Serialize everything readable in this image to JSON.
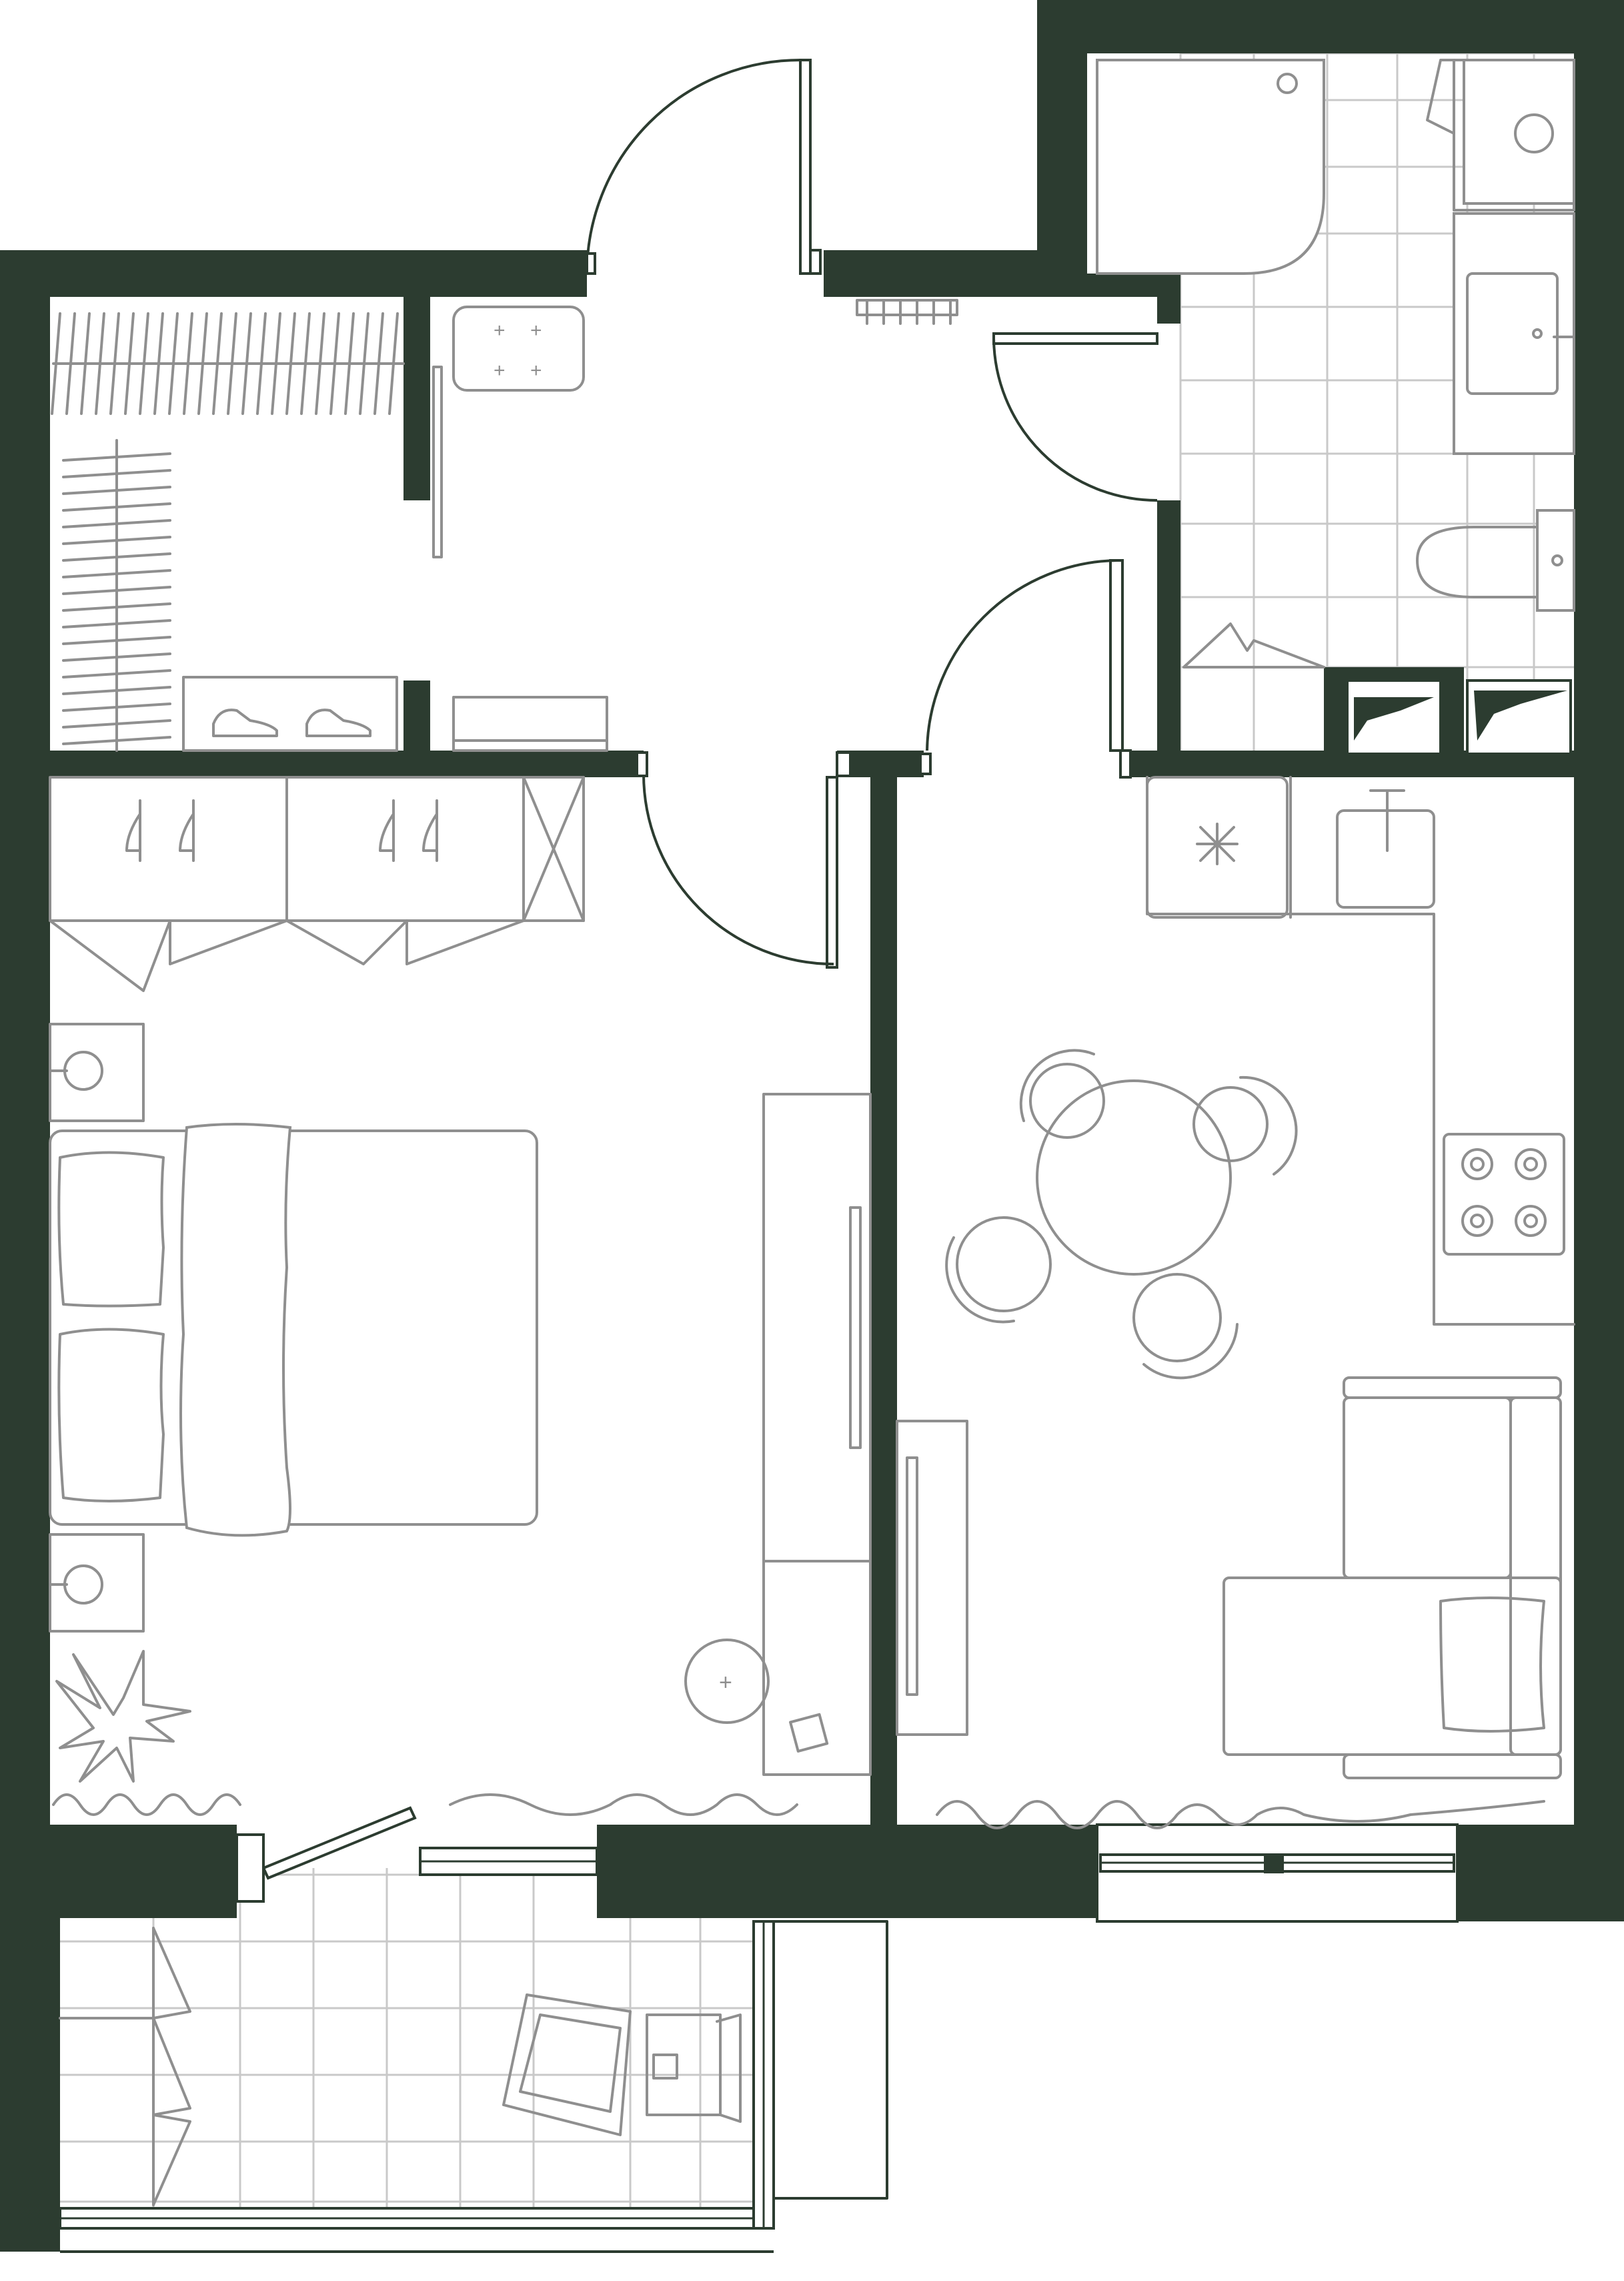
{
  "plan": {
    "type": "apartment-floor-plan",
    "wall_color": "#2c3c30",
    "furniture_color": "#8f8f8f",
    "tile_color": "#c9c9c9",
    "background": "#ffffff",
    "rooms": [
      "bedroom",
      "kitchen-living",
      "bathroom",
      "hallway",
      "wardrobe",
      "balcony"
    ]
  }
}
